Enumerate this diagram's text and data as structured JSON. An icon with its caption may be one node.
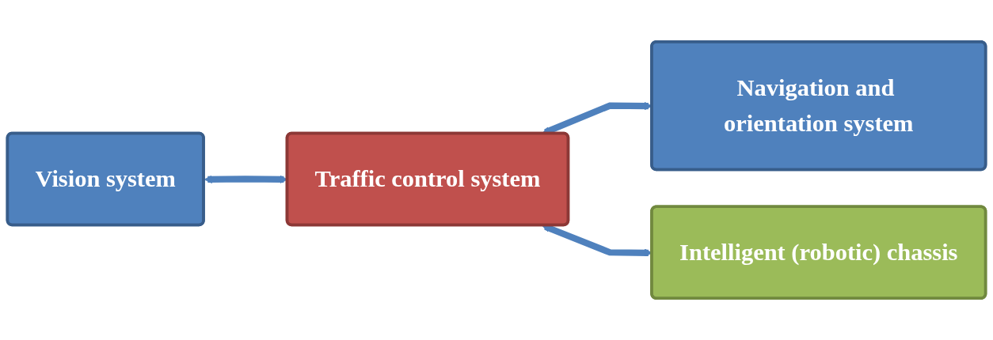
{
  "diagram": {
    "nodes": [
      {
        "text": [
          "Vision system"
        ]
      },
      {
        "text": [
          "Traffic control system"
        ]
      },
      {
        "text": [
          "Navigation and orientation system"
        ]
      },
      {
        "text": [
          "Intelligent (robotic) chassis"
        ]
      }
    ],
    "edges": [
      {
        "from": 0,
        "to": 1,
        "arrow": "both"
      },
      {
        "from": 1,
        "to": 2,
        "arrow": "both"
      },
      {
        "from": 1,
        "to": 3,
        "arrow": "both"
      }
    ]
  }
}
